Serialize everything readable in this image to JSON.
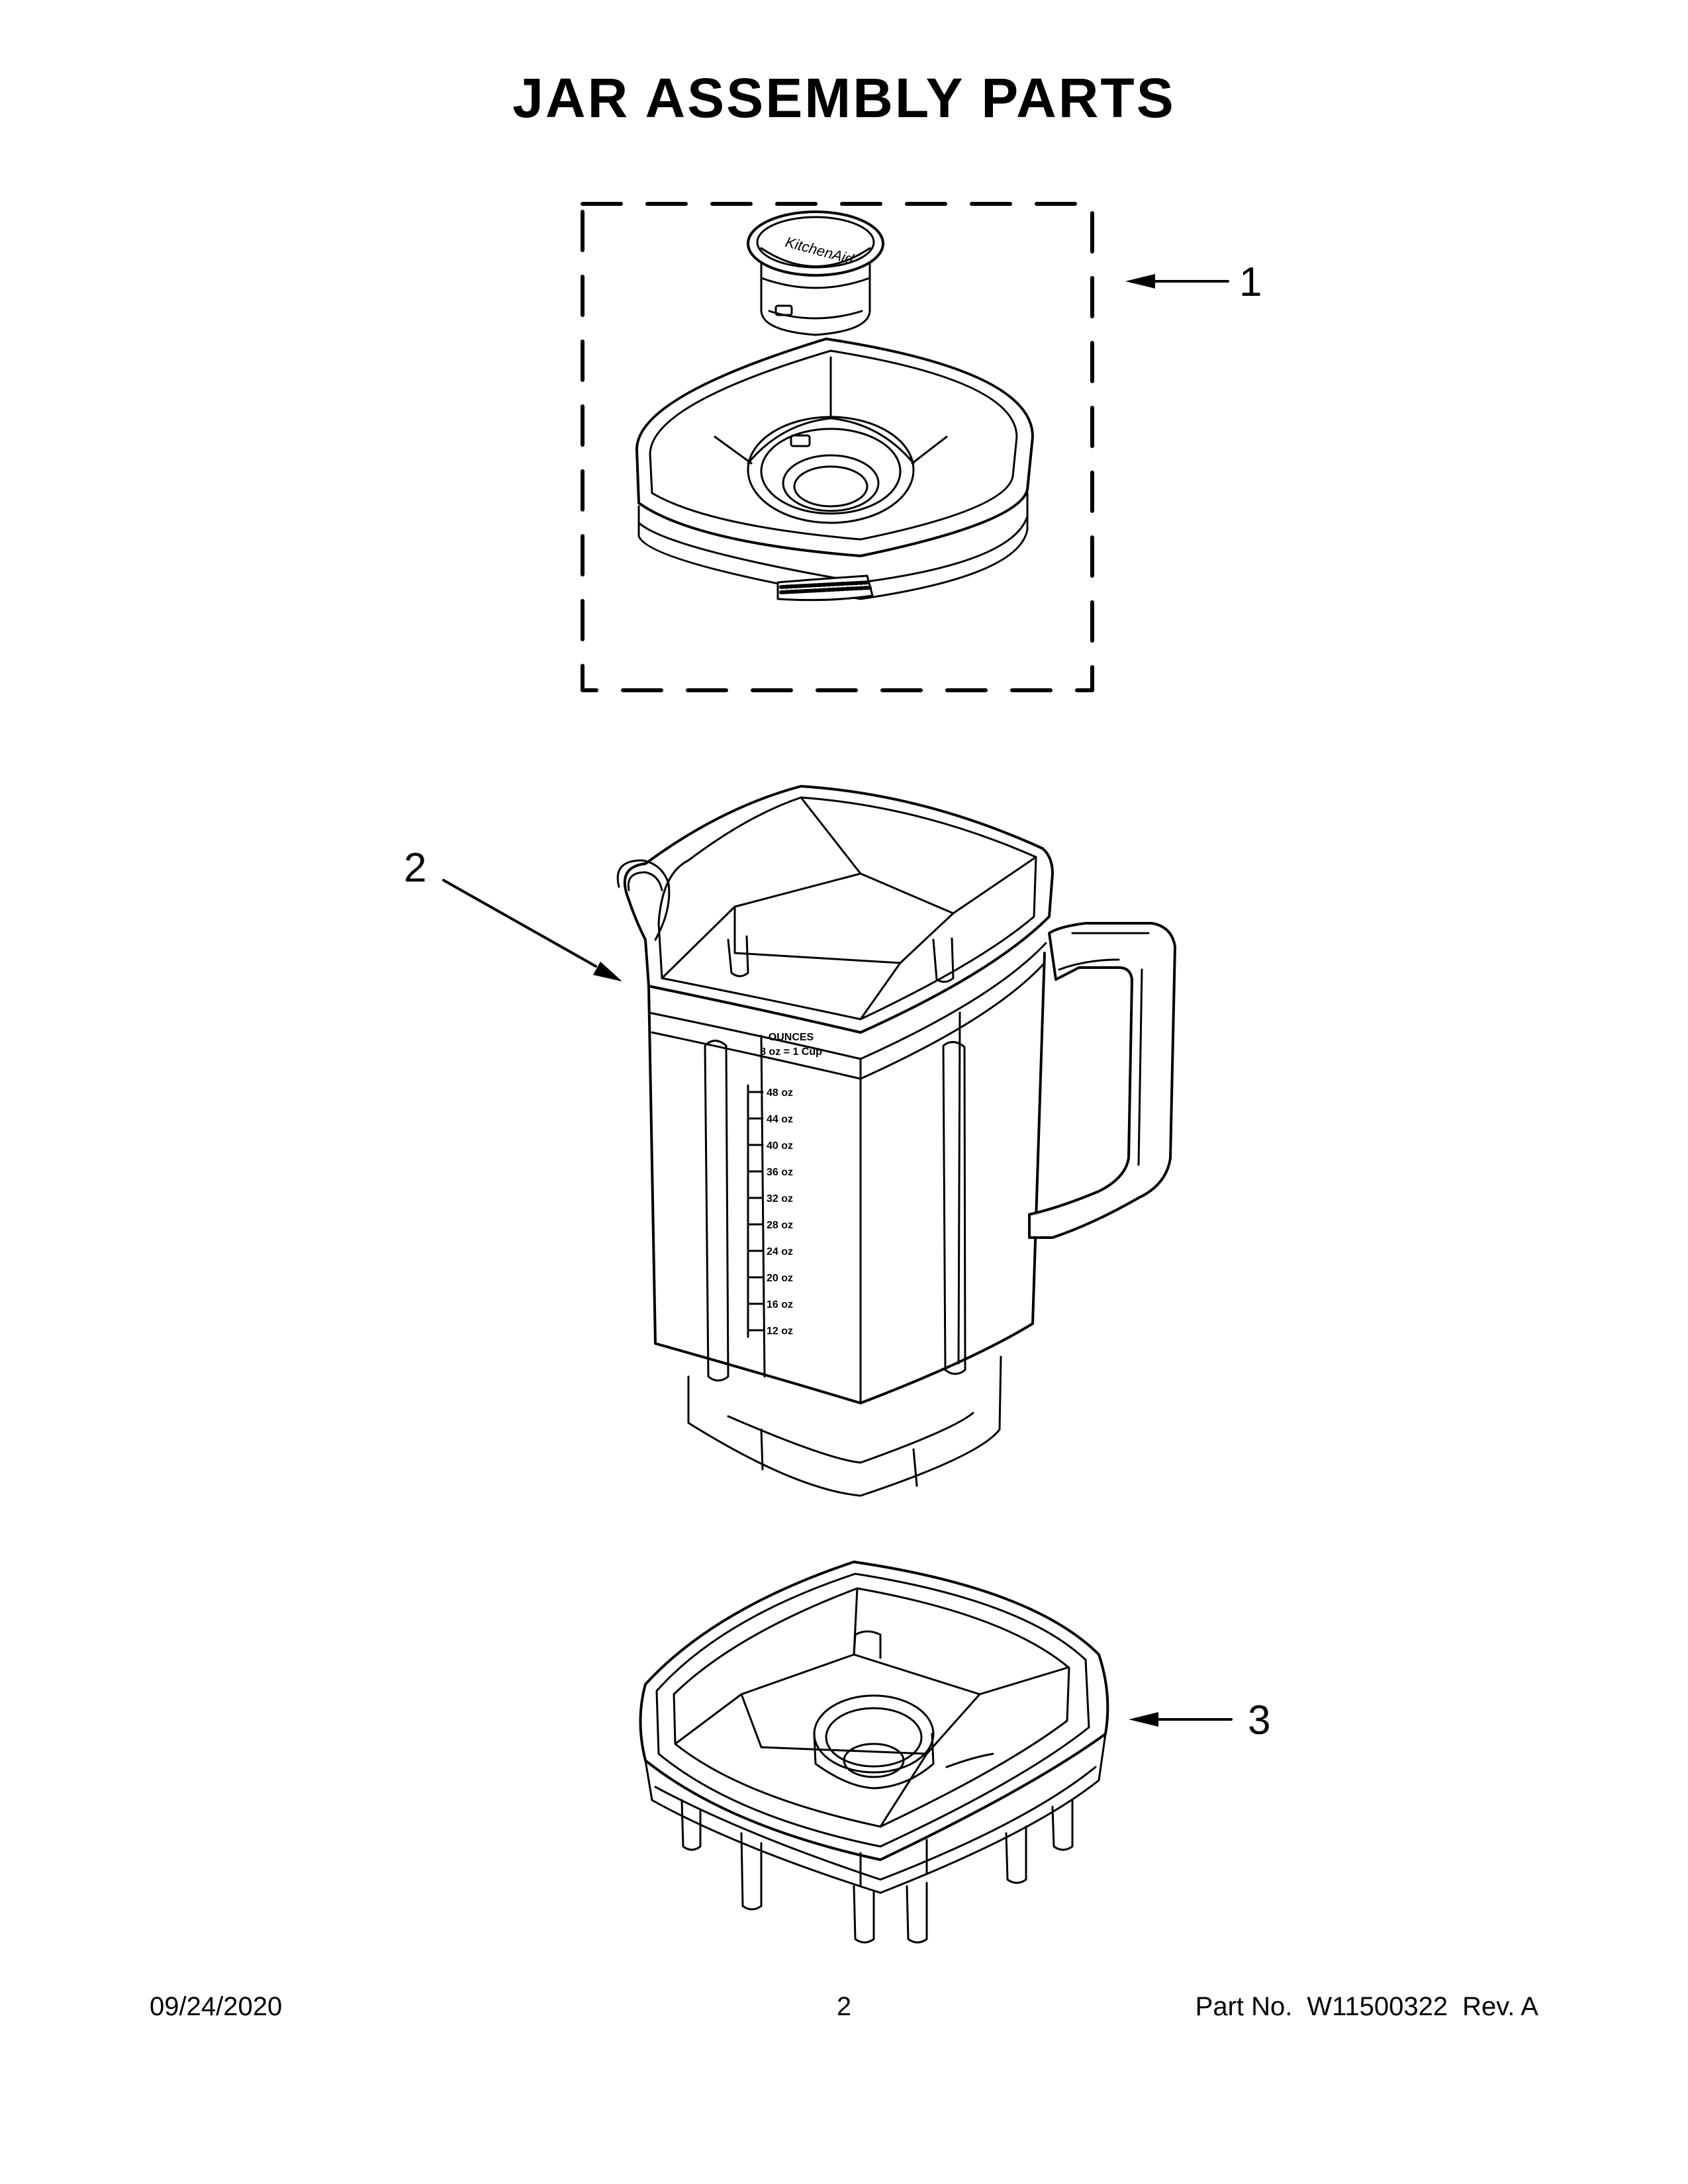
{
  "title": "JAR ASSEMBLY PARTS",
  "callouts": [
    {
      "number": "1",
      "part": "lid-assembly"
    },
    {
      "number": "2",
      "part": "jar"
    },
    {
      "number": "3",
      "part": "jar-base"
    }
  ],
  "brand_mark": "KitchenAid",
  "jar_markings": {
    "header_line1": "OUNCES",
    "header_line2": "8 oz = 1 Cup",
    "graduations": [
      "48 oz",
      "44 oz",
      "40 oz",
      "36 oz",
      "32 oz",
      "28 oz",
      "24 oz",
      "20 oz",
      "16 oz",
      "12 oz"
    ]
  },
  "footer": {
    "date": "09/24/2020",
    "page_number": "2",
    "part_no_label": "Part No.",
    "part_no": "W11500322",
    "revision": "Rev. A"
  }
}
